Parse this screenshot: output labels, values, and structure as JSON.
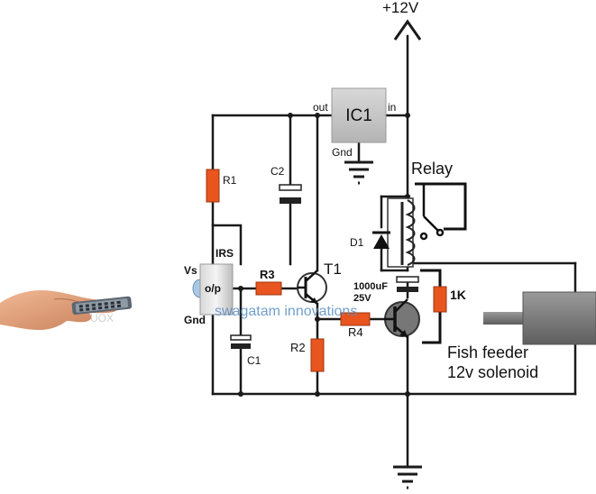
{
  "labels": {
    "supply": "+12V",
    "ic1": "IC1",
    "ic_out": "out",
    "ic_in": "in",
    "ic_gnd": "Gnd",
    "relay": "Relay",
    "r1": "R1",
    "c2": "C2",
    "irs": "IRS",
    "vs": "Vs",
    "op": "o/p",
    "gnd": "Gnd",
    "r3": "R3",
    "t1": "T1",
    "c1": "C1",
    "r2": "R2",
    "r4": "R4",
    "d1": "D1",
    "cap_value": "1000uF",
    "cap_voltage": "25V",
    "r_1k": "1K",
    "watermark": "swagatam innovations",
    "remote_text": "UOX",
    "load_line1": "Fish feeder",
    "load_line2": "12v solenoid"
  },
  "colors": {
    "wire": "#1a1a1a",
    "resistor": "#e8551e",
    "resistor_stroke": "#9c3510",
    "ic_box": "#c8c8c8",
    "solenoid": "#8c8c8c",
    "watermark": "#5a8fc4",
    "transistor_fill": "#555555",
    "capacitor": "#222222"
  }
}
